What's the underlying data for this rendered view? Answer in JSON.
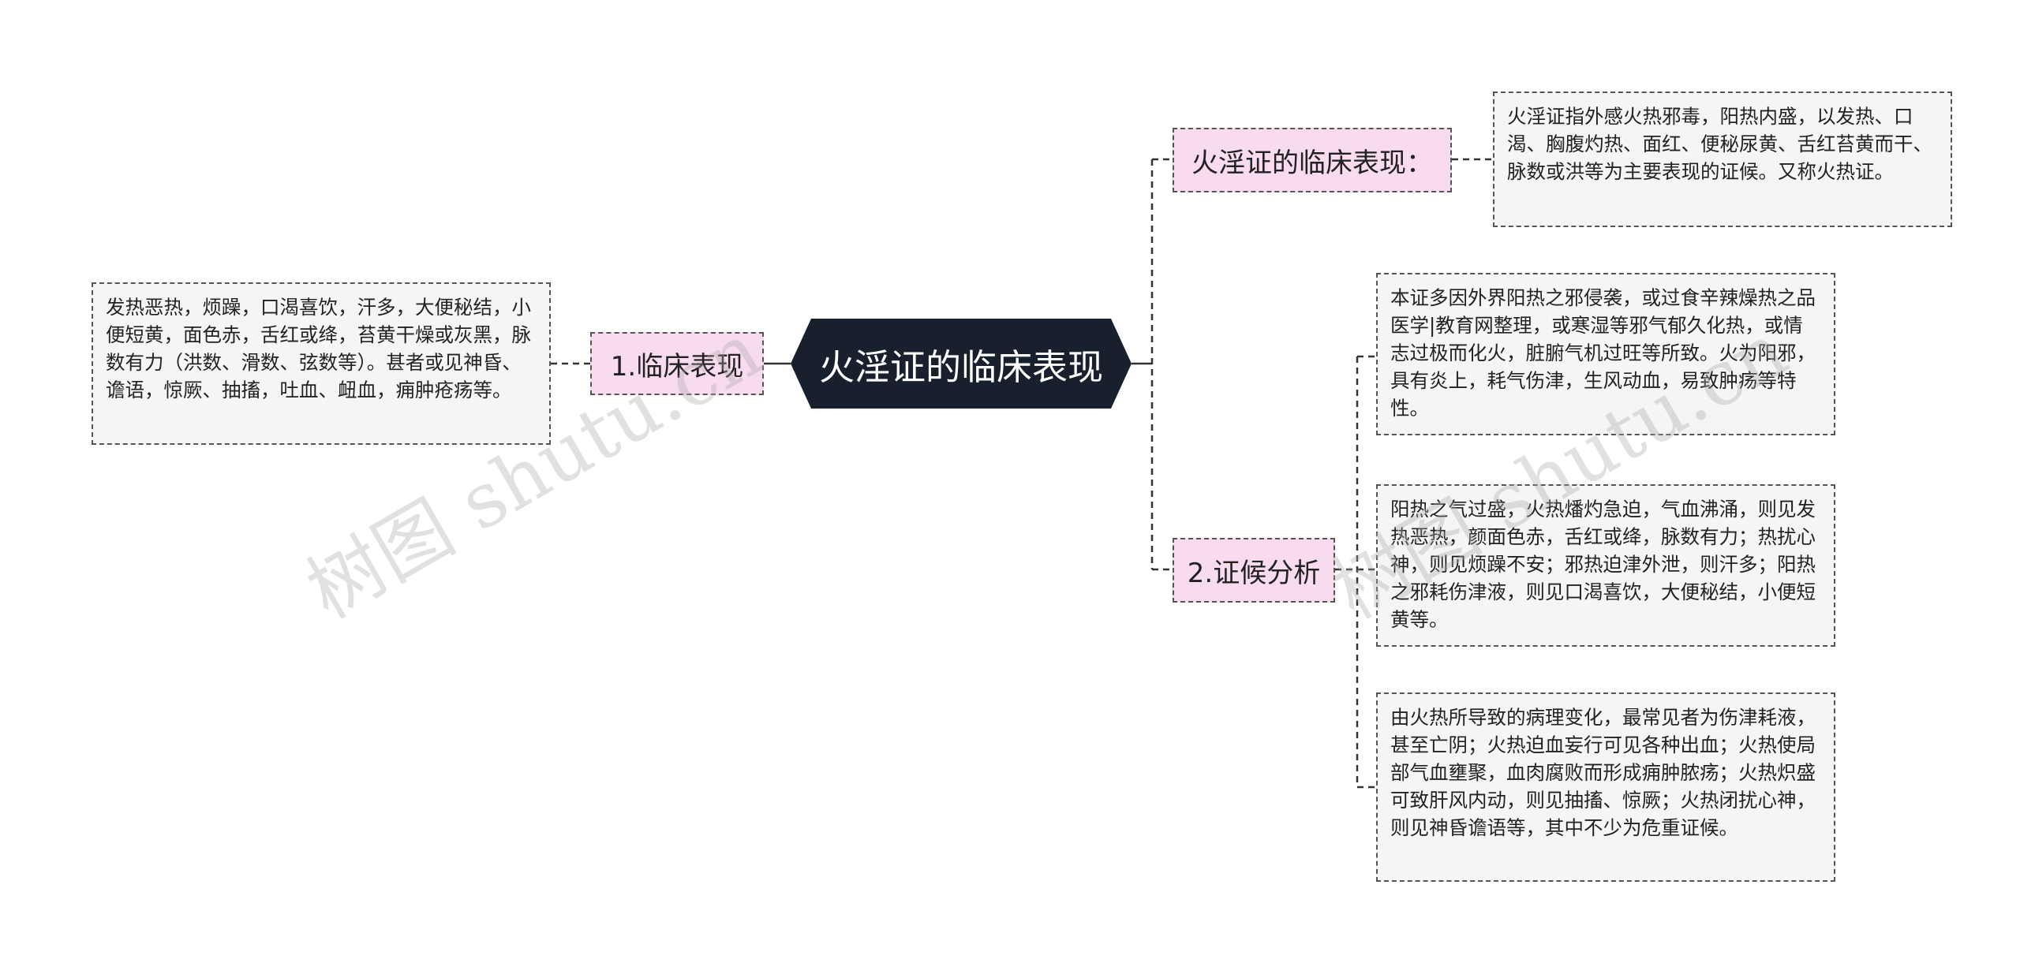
{
  "root": {
    "title": "火淫证的临床表现"
  },
  "left_branch": {
    "label": "1.临床表现",
    "detail": "发热恶热，烦躁，口渴喜饮，汗多，大便秘结，小便短黄，面色赤，舌红或绛，苔黄干燥或灰黑，脉数有力（洪数、滑数、弦数等）。甚者或见神昏、谵语，惊厥、抽搐，吐血、衄血，痈肿疮疡等。"
  },
  "right_branch_1": {
    "label": "火淫证的临床表现：",
    "detail": "火淫证指外感火热邪毒，阳热内盛，以发热、口渴、胸腹灼热、面红、便秘尿黄、舌红苔黄而干、脉数或洪等为主要表现的证候。又称火热证。"
  },
  "right_branch_2": {
    "label": "2.证候分析",
    "details": [
      "本证多因外界阳热之邪侵袭，或过食辛辣燥热之品医学|教育网整理，或寒湿等邪气郁久化热，或情志过极而化火，脏腑气机过旺等所致。火为阳邪，具有炎上，耗气伤津，生风动血，易致肿疡等特性。",
      "阳热之气过盛，火热燔灼急迫，气血沸涌，则见发热恶热，颜面色赤，舌红或绛，脉数有力；热扰心神，则见烦躁不安；邪热迫津外泄，则汗多；阳热之邪耗伤津液，则见口渴喜饮，大便秘结，小便短黄等。",
      "由火热所导致的病理变化，最常见者为伤津耗液，甚至亡阴；火热迫血妄行可见各种出血；火热使局部气血壅聚，血肉腐败而形成痈肿脓疡；火热炽盛可致肝风内动，则见抽搐、惊厥；火热闭扰心神，则见神昏谵语等，其中不少为危重证候。"
    ]
  },
  "watermarks": [
    "树图 shutu.cn",
    "树图 shutu.cn"
  ]
}
